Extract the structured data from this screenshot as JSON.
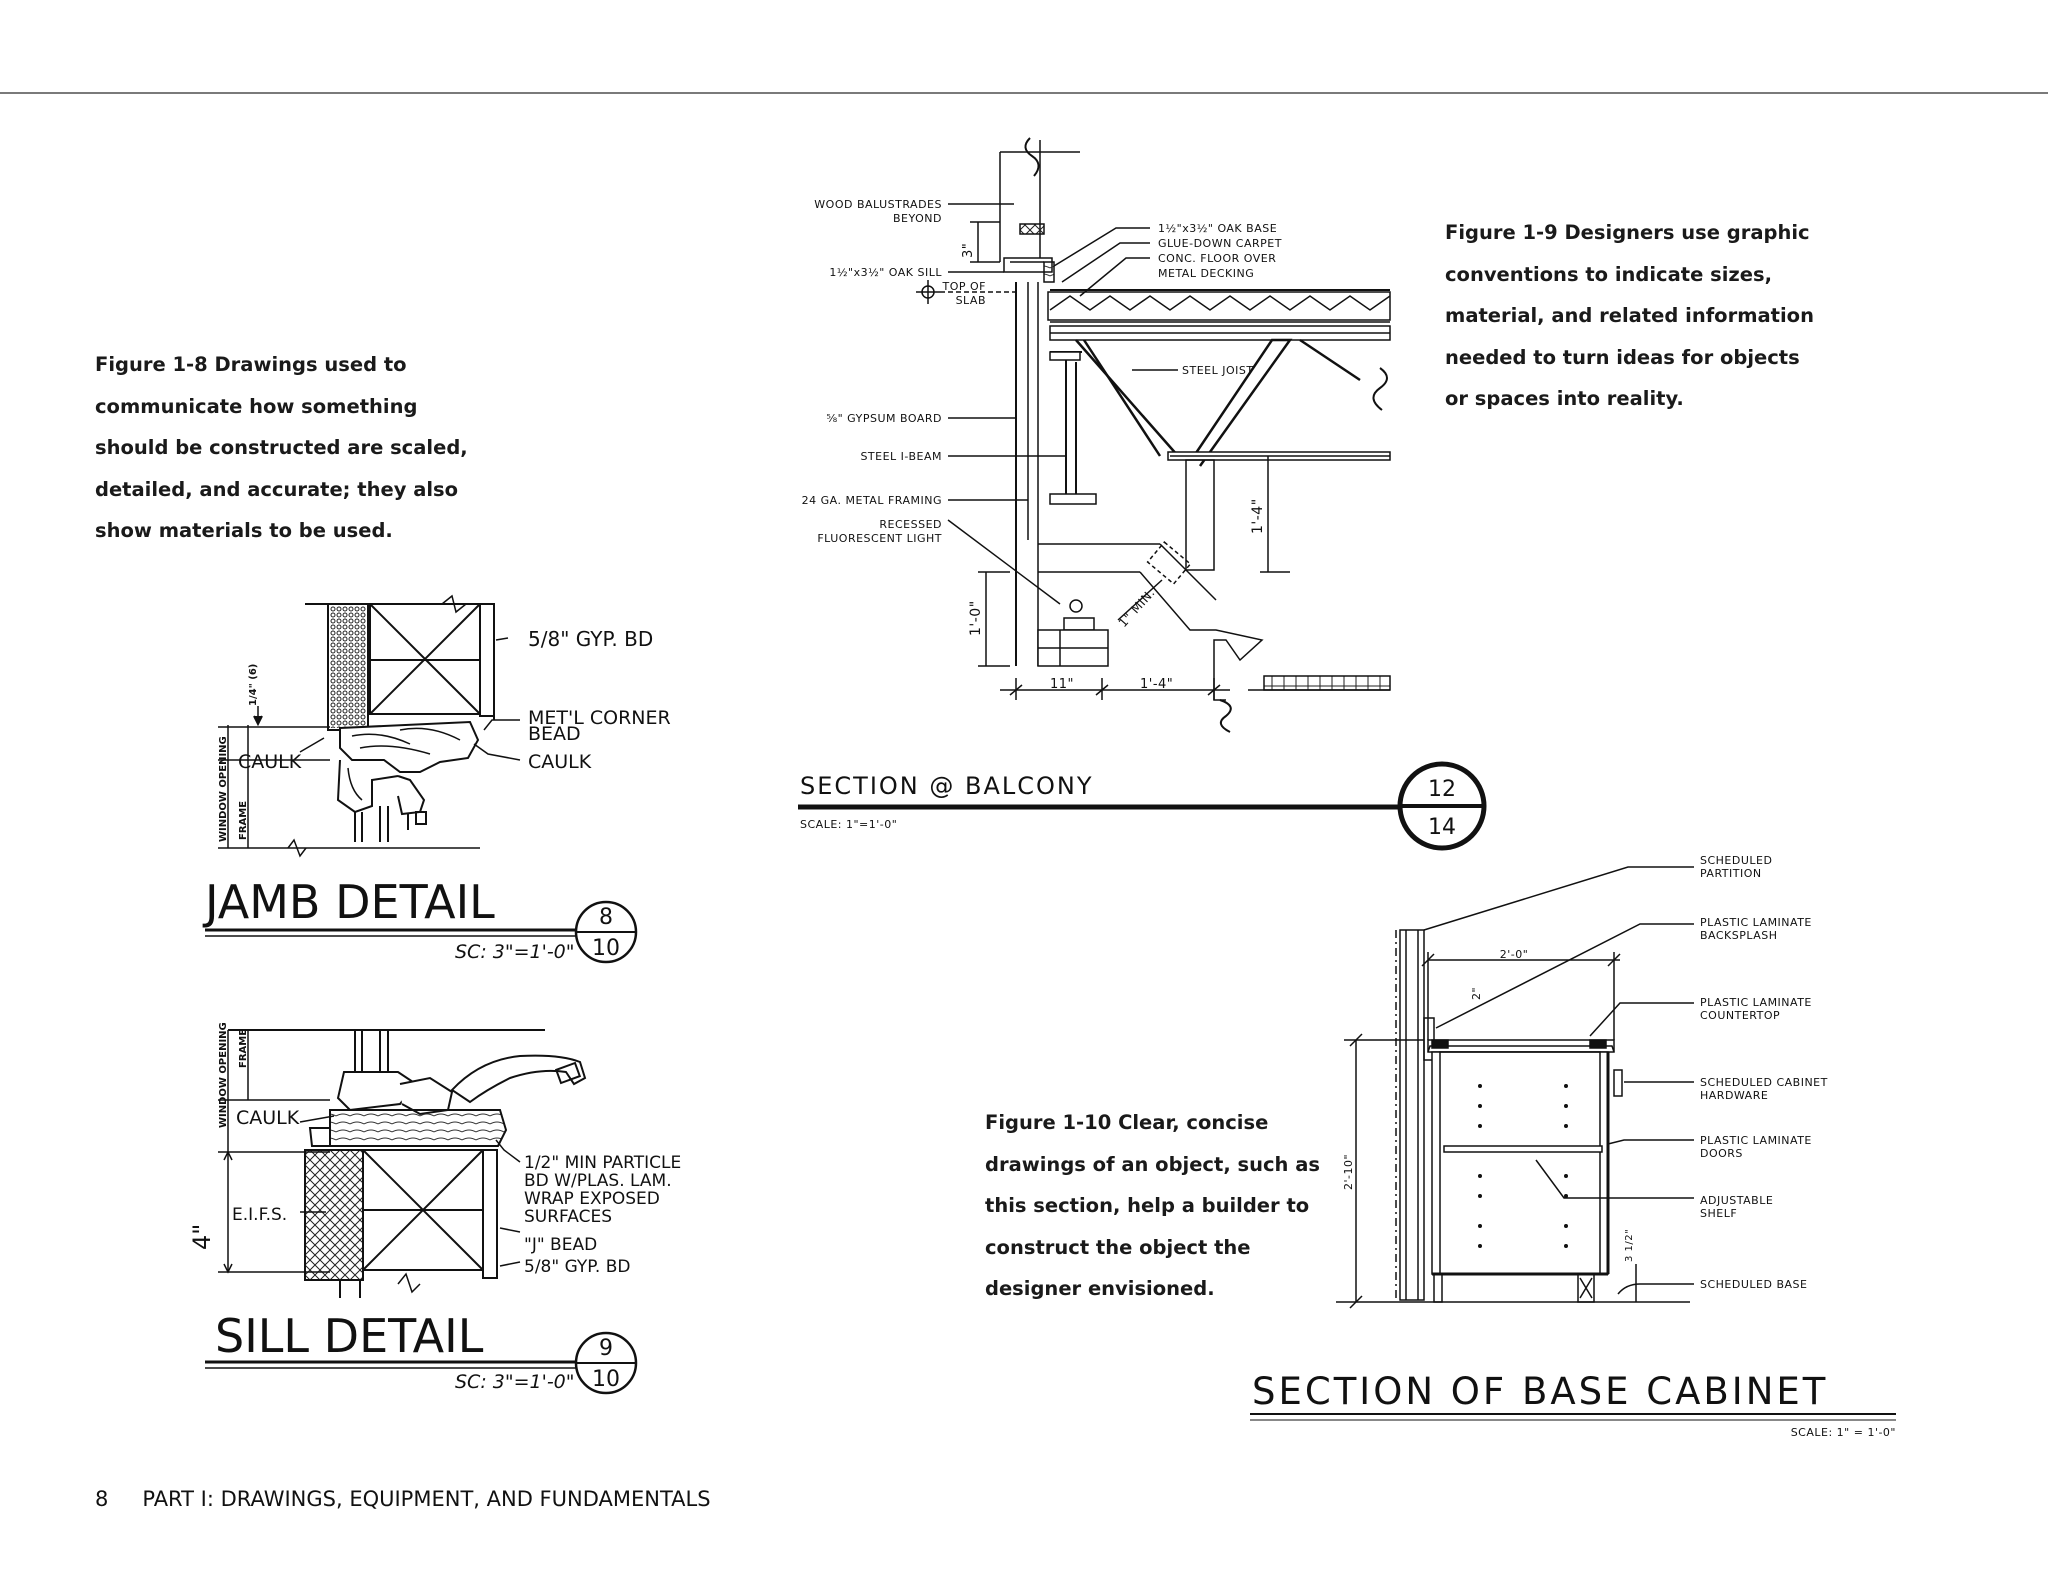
{
  "captions": {
    "fig8": {
      "lines": [
        "Figure 1-8  Drawings used to",
        "communicate how something",
        "should be constructed are scaled,",
        "detailed, and accurate; they also",
        "show materials to be used."
      ]
    },
    "fig9": {
      "lines": [
        "Figure 1-9  Designers use graphic",
        "conventions to indicate sizes,",
        "material, and related information",
        "needed to turn ideas for objects",
        "or spaces into reality."
      ]
    },
    "fig10": {
      "lines": [
        "Figure 1-10  Clear, concise",
        "drawings of an object, such as",
        "this section, help a builder to",
        "construct the object the",
        "designer envisioned."
      ]
    }
  },
  "footer": {
    "page_number": "8",
    "section": "PART I: DRAWINGS, EQUIPMENT, AND FUNDAMENTALS"
  },
  "jamb_detail": {
    "title": "JAMB DETAIL",
    "scale": "SC: 3\"=1'-0\"",
    "ref_top": "8",
    "ref_bottom": "10",
    "labels": {
      "gyp_bd": "5/8\" GYP. BD",
      "corner_bead_1": "MET'L CORNER",
      "corner_bead_2": "BEAD",
      "caulk_right": "CAULK",
      "caulk_left": "CAULK",
      "dim_quarter": "1/4\" (6)",
      "window_opening": "WINDOW OPENING",
      "frame": "FRAME"
    }
  },
  "sill_detail": {
    "title": "SILL DETAIL",
    "scale": "SC: 3\"=1'-0\"",
    "ref_top": "9",
    "ref_bottom": "10",
    "labels": {
      "window_opening": "WINDOW OPENING",
      "frame": "FRAME",
      "caulk": "CAULK",
      "eifs": "E.I.F.S.",
      "dim_4": "4\"",
      "particle_1": "1/2\" MIN PARTICLE",
      "particle_2": "BD W/PLAS. LAM.",
      "particle_3": "WRAP EXPOSED",
      "particle_4": "SURFACES",
      "j_bead": "\"J\" BEAD",
      "gyp": "5/8\" GYP. BD"
    }
  },
  "balcony_section": {
    "title": "SECTION @ BALCONY",
    "scale": "SCALE: 1\"=1'-0\"",
    "ref_top": "12",
    "ref_bottom": "14",
    "labels_left": {
      "balustrades_1": "WOOD BALUSTRADES",
      "balustrades_2": "BEYOND",
      "oak_sill": "1½\"x3½\" OAK SILL",
      "top_slab_1": "TOP OF",
      "top_slab_2": "SLAB",
      "gypsum": "⅝\" GYPSUM BOARD",
      "ibeam": "STEEL I-BEAM",
      "framing": "24 GA. METAL FRAMING",
      "recessed_1": "RECESSED",
      "recessed_2": "FLUORESCENT LIGHT"
    },
    "labels_right": {
      "oak_base": "1½\"x3½\" OAK BASE",
      "carpet": "GLUE-DOWN CARPET",
      "floor_1": "CONC. FLOOR OVER",
      "floor_2": "METAL DECKING",
      "joist": "STEEL JOIST"
    },
    "dims": {
      "d3": "3\"",
      "d1_0": "1'-0\"",
      "d11": "11\"",
      "d1_4a": "1'-4\"",
      "d1_4b": "1'-4\"",
      "d1min": "1\" MIN."
    }
  },
  "cabinet_section": {
    "title": "SECTION OF BASE CABINET",
    "scale": "SCALE: 1\" = 1'-0\"",
    "labels": {
      "partition_1": "SCHEDULED",
      "partition_2": "PARTITION",
      "backsplash_1": "PLASTIC LAMINATE",
      "backsplash_2": "BACKSPLASH",
      "countertop_1": "PLASTIC LAMINATE",
      "countertop_2": "COUNTERTOP",
      "hardware_1": "SCHEDULED CABINET",
      "hardware_2": "HARDWARE",
      "doors_1": "PLASTIC LAMINATE",
      "doors_2": "DOORS",
      "shelf_1": "ADJUSTABLE",
      "shelf_2": "SHELF",
      "base": "SCHEDULED BASE"
    },
    "dims": {
      "width": "2'-0\"",
      "height": "2'-10\"",
      "back": "2\"",
      "toe": "3 1/2\""
    }
  }
}
